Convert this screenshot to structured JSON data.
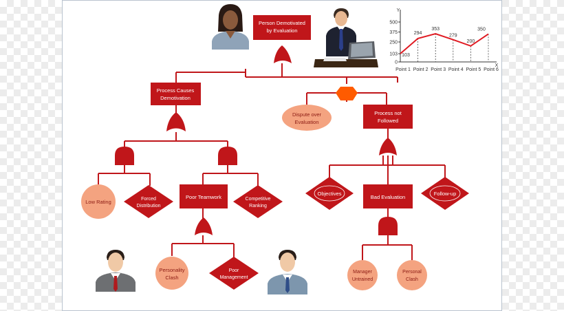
{
  "colors": {
    "box": "#c0161a",
    "ellipse": "#f4a380",
    "gate": "#c0161a",
    "event": "#ff5b00",
    "line": "#c0161a",
    "chart_line": "#e01a22"
  },
  "nodes": {
    "top_event": [
      "Person Demotivated",
      "by Evaluation"
    ],
    "process_causes": [
      "Process Causes",
      "Demotivation"
    ],
    "dispute": [
      "Dispute over",
      "Evaluation"
    ],
    "process_not_followed": [
      "Process not",
      "Followed"
    ],
    "low_rating": "Low Rating",
    "forced": [
      "Forced",
      "Distribution"
    ],
    "poor_teamwork": "Poor Teamwork",
    "competitive": [
      "Competitive",
      "Ranking"
    ],
    "objectives": "Objectives",
    "bad_evaluation": "Bad Evaluation",
    "follow_up": "Follow-up",
    "personality": [
      "Personality",
      "Clash"
    ],
    "poor_management": [
      "Poor",
      "Management"
    ],
    "manager_untrained": [
      "Manager",
      "Untrained"
    ],
    "personal_clash": [
      "Personal",
      "Clash"
    ]
  },
  "icons": {
    "person_female": "person-female-icon",
    "person_laptop": "person-laptop-icon",
    "person_male_red_tie": "person-male-icon",
    "person_male_blue_tie": "person-male-icon"
  },
  "chart_data": {
    "type": "line",
    "ylabel": "Y",
    "xlabel": "X",
    "categories": [
      "Point 1",
      "Point 2",
      "Point 3",
      "Point 4",
      "Point 5",
      "Point 6"
    ],
    "values": [
      103,
      294,
      353,
      279,
      200,
      350
    ],
    "yticks": [
      0,
      103,
      250,
      375,
      500
    ],
    "ylim": [
      0,
      500
    ],
    "grid": false
  }
}
